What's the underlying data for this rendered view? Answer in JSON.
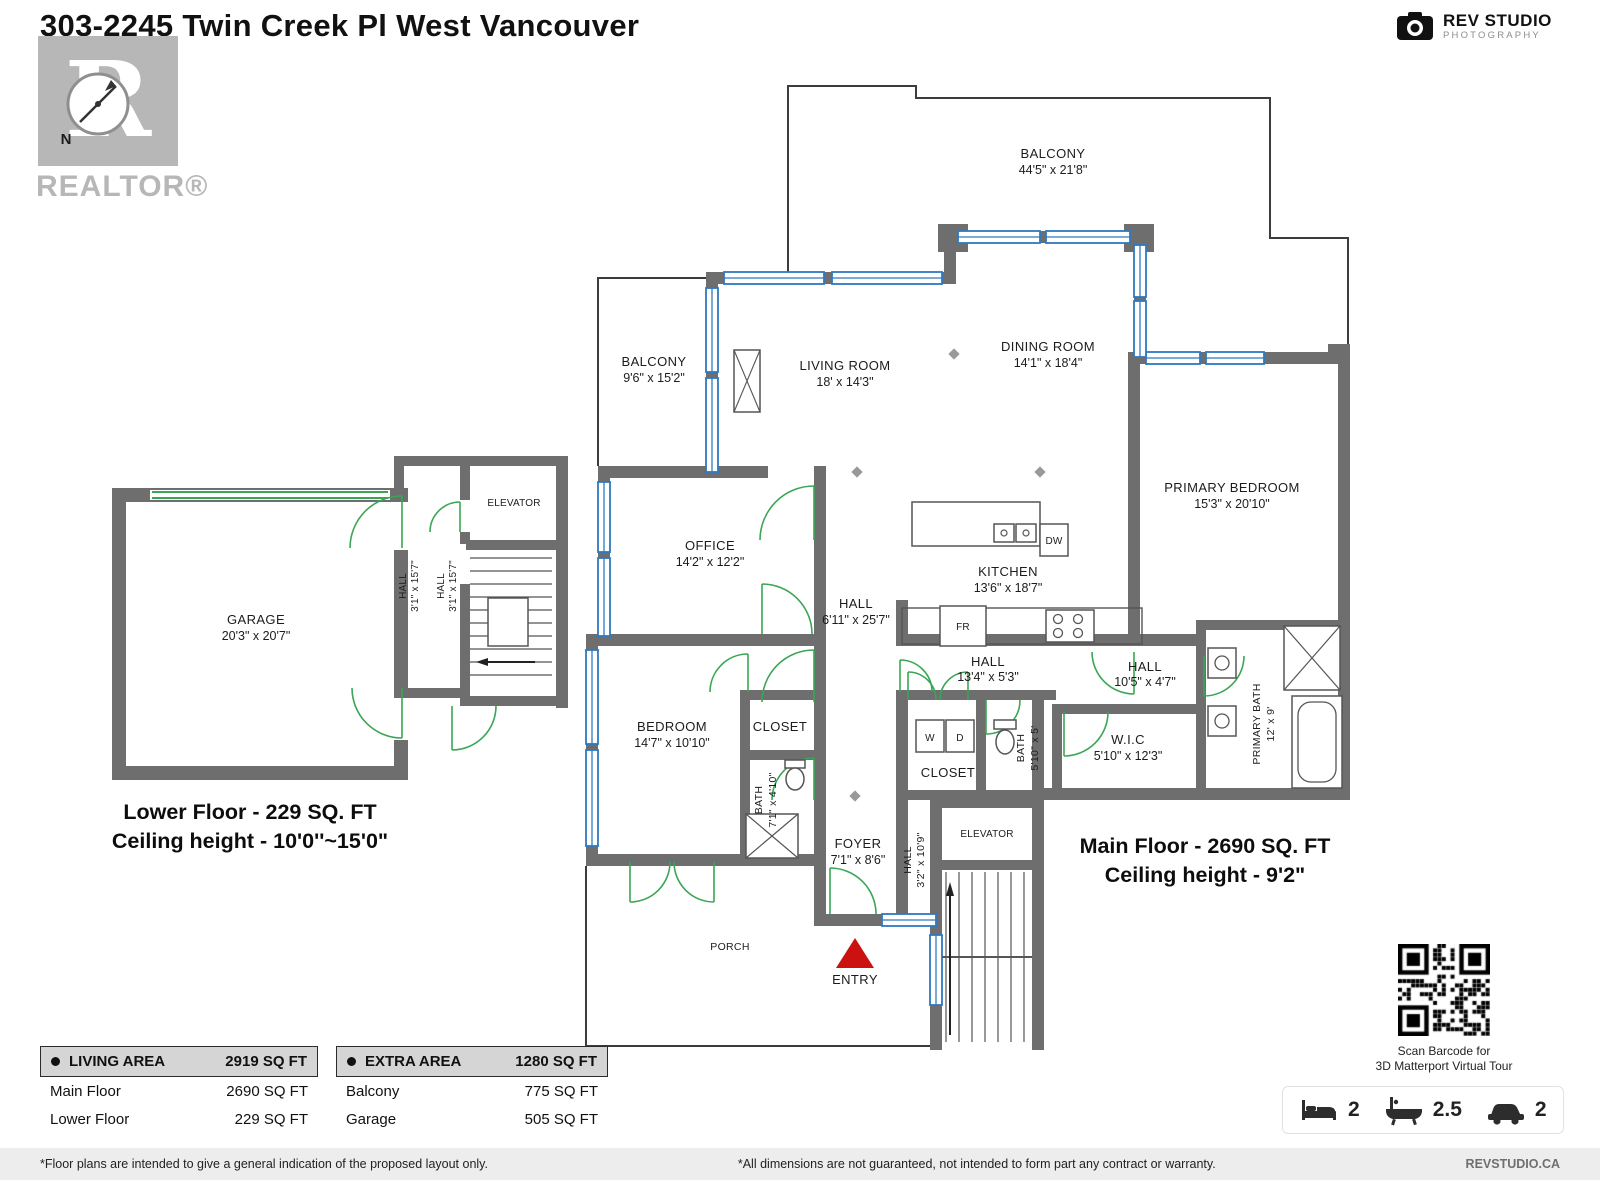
{
  "branding": {
    "title": "303-2245 Twin Creek Pl West Vancouver",
    "realtor_big_r": "R",
    "realtor_wordmark": "REALTOR®",
    "compass_n": "N",
    "studio_name": "REV STUDIO",
    "studio_sub": "PHOTOGRAPHY"
  },
  "floor_labels": {
    "lower": {
      "line1": "Lower Floor - 229 SQ. FT",
      "line2": "Ceiling height - 10'0''~15'0\""
    },
    "main": {
      "line1": "Main Floor - 2690 SQ. FT",
      "line2": "Ceiling height - 9'2\""
    }
  },
  "rooms": {
    "balcony_top": {
      "name": "BALCONY",
      "dims": "44'5\" x 21'8\""
    },
    "balcony_left": {
      "name": "BALCONY",
      "dims": "9'6\" x 15'2\""
    },
    "living_room": {
      "name": "LIVING ROOM",
      "dims": "18' x 14'3\""
    },
    "dining_room": {
      "name": "DINING ROOM",
      "dims": "14'1\" x 18'4\""
    },
    "primary_bedroom": {
      "name": "PRIMARY BEDROOM",
      "dims": "15'3\" x 20'10\""
    },
    "office": {
      "name": "OFFICE",
      "dims": "14'2\" x 12'2\""
    },
    "kitchen": {
      "name": "KITCHEN",
      "dims": "13'6\" x 18'7\""
    },
    "hall_main": {
      "name": "HALL",
      "dims": "6'11\" x 25'7\""
    },
    "hall_center": {
      "name": "HALL",
      "dims": "13'4\" x 5'3\""
    },
    "hall_east": {
      "name": "HALL",
      "dims": "10'5\" x 4'7\""
    },
    "hall_stairs": {
      "name": "HALL",
      "dims": "3'2\" x 10'9\""
    },
    "hall_garage_1": {
      "name": "HALL",
      "dims": "3'1\" x 15'7\""
    },
    "hall_garage_2": {
      "name": "HALL",
      "dims": "3'1\" x 15'7\""
    },
    "bedroom": {
      "name": "BEDROOM",
      "dims": "14'7\" x 10'10\""
    },
    "closet_bedroom": {
      "name": "CLOSET"
    },
    "closet_hall": {
      "name": "CLOSET"
    },
    "bath_hall": {
      "name": "BATH",
      "dims": "5'10\" x 5'"
    },
    "bath_lower": {
      "name": "BATH",
      "dims": "7'1\" x 4'10\""
    },
    "wic": {
      "name": "W.I.C",
      "dims": "5'10\" x 12'3\""
    },
    "primary_bath": {
      "name": "PRIMARY BATH",
      "dims": "12' x 9'"
    },
    "foyer": {
      "name": "FOYER",
      "dims": "7'1\" x 8'6\""
    },
    "porch": {
      "name": "PORCH"
    },
    "entry": {
      "name": "ENTRY"
    },
    "garage": {
      "name": "GARAGE",
      "dims": "20'3\" x 20'7\""
    },
    "elevator_main": {
      "name": "ELEVATOR"
    },
    "elevator_lower": {
      "name": "ELEVATOR"
    }
  },
  "appliances": {
    "washer": "W",
    "dryer": "D",
    "fridge": "FR",
    "dishwasher": "DW"
  },
  "summary": {
    "living_area": {
      "header_label": "LIVING AREA",
      "header_value": "2919 SQ FT",
      "rows": [
        [
          "Main Floor",
          "2690 SQ FT"
        ],
        [
          "Lower Floor",
          "229 SQ FT"
        ]
      ]
    },
    "extra_area": {
      "header_label": "EXTRA AREA",
      "header_value": "1280 SQ FT",
      "rows": [
        [
          "Balcony",
          "775 SQ FT"
        ],
        [
          "Garage",
          "505 SQ FT"
        ]
      ]
    }
  },
  "qr": {
    "caption_line1": "Scan Barcode for",
    "caption_line2": "3D Matterport Virtual Tour"
  },
  "stats": {
    "beds": "2",
    "baths": "2.5",
    "parking": "2"
  },
  "footer": {
    "left": "*Floor plans are intended to give a general indication of the proposed layout only.",
    "center": "*All dimensions are not guaranteed, not intended to form part any contract or warranty.",
    "right": "REVSTUDIO.CA"
  },
  "colors": {
    "wall": "#6e6e6e",
    "window": "#2e79c0",
    "door": "#3aa655",
    "entry": "#cc1111",
    "logo_gray": "#b7b7b7"
  }
}
